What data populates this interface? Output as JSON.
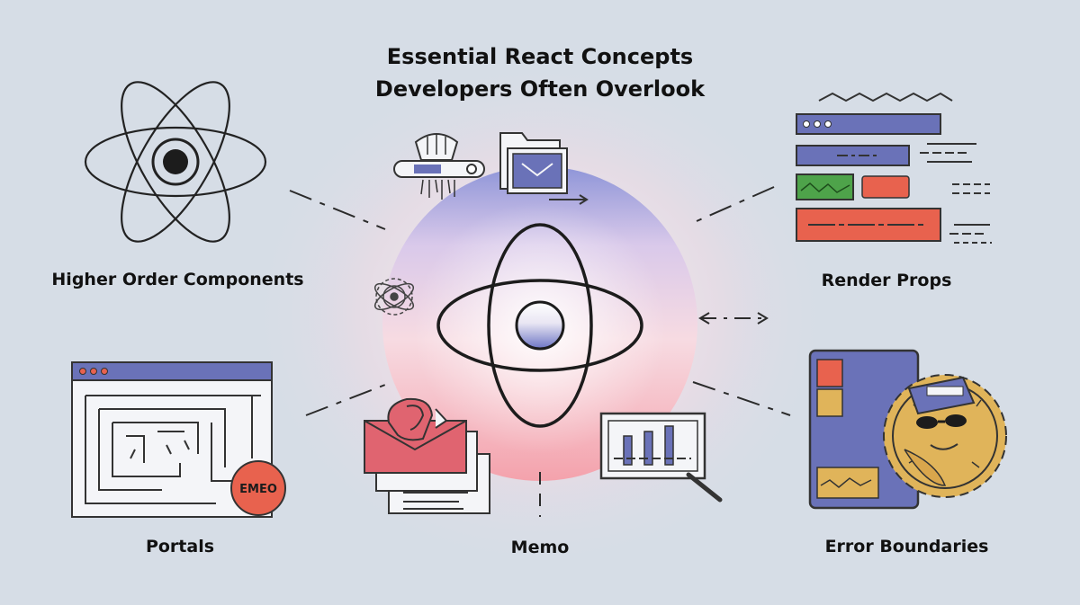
{
  "title": {
    "line1": "Essential React Concepts",
    "line2": "Developers Often Overlook"
  },
  "concepts": {
    "hoc": "Higher Order Components",
    "render_props": "Render Props",
    "portals": "Portals",
    "memo": "Memo",
    "error_boundaries": "Error Boundaries"
  },
  "portal_badge": "EMEO",
  "colors": {
    "background": "#d6dde6",
    "outline": "#2b2b2b",
    "indigo": "#6a72b8",
    "red": "#e8624e",
    "green": "#4ea34a",
    "pink": "#e06470",
    "mustard": "#e0b45a",
    "window": "#f4f5f8"
  }
}
